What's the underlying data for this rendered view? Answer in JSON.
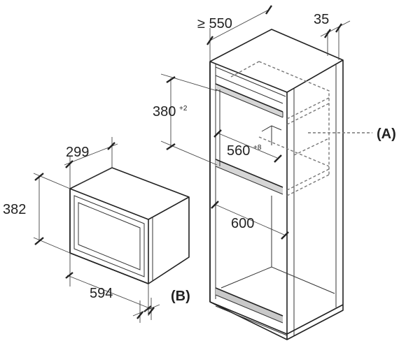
{
  "dimensions": {
    "cabinet_depth": "≥ 550",
    "panel_thickness": "35",
    "niche_height": "380",
    "niche_height_tol": "+2",
    "niche_width": "560",
    "niche_width_tol": "+8",
    "cabinet_width": "600",
    "appliance_depth": "299",
    "appliance_height": "382",
    "appliance_width": "594"
  },
  "callouts": {
    "a": "(A)",
    "b": "(B)"
  }
}
